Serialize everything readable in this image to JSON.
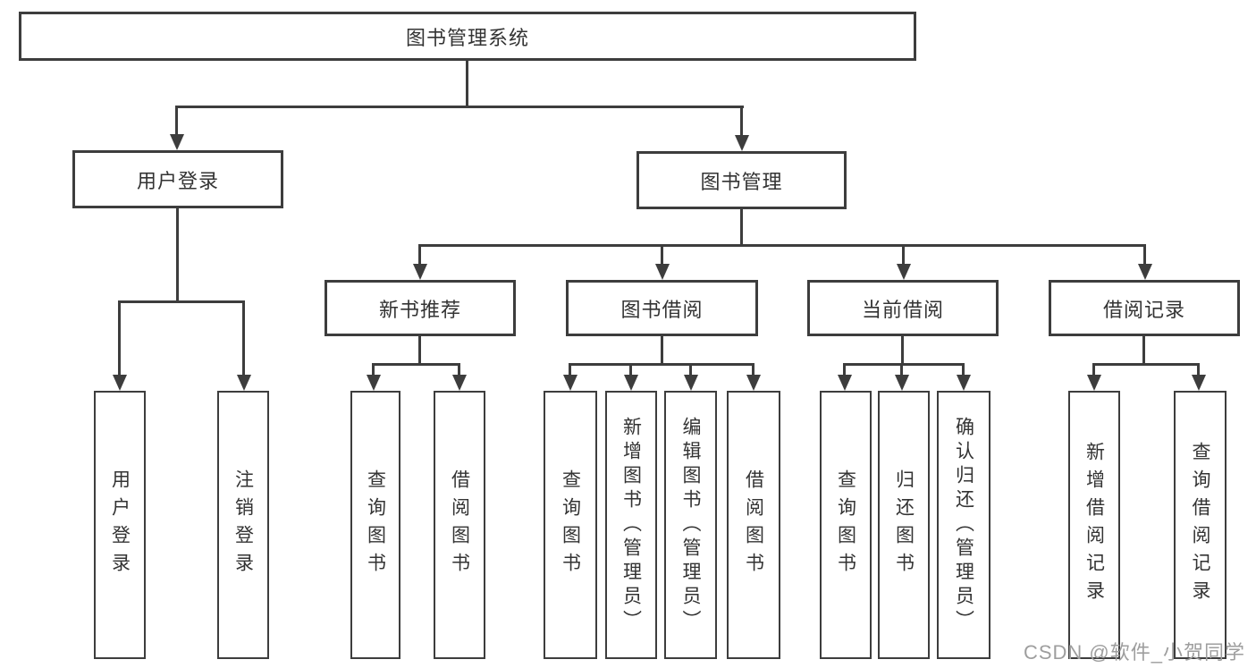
{
  "nodes": {
    "root": "图书管理系统",
    "user_login": "用户登录",
    "book_mgmt": "图书管理",
    "new_book_rec": "新书推荐",
    "book_borrow": "图书借阅",
    "current_borrow": "当前借阅",
    "borrow_record": "借阅记录",
    "leaf_user_login": "用户登录",
    "leaf_logout": "注销登录",
    "leaf_query_book_1": "查询图书",
    "leaf_borrow_book_1": "借阅图书",
    "leaf_query_book_2": "查询图书",
    "leaf_add_book": "新增图书（管理员）",
    "leaf_edit_book": "编辑图书（管理员）",
    "leaf_borrow_book_2": "借阅图书",
    "leaf_query_book_3": "查询图书",
    "leaf_return_book": "归还图书",
    "leaf_confirm_return": "确认归还（管理员）",
    "leaf_add_record": "新增借阅记录",
    "leaf_query_record": "查询借阅记录"
  },
  "hierarchy": {
    "图书管理系统": {
      "用户登录": [
        "用户登录",
        "注销登录"
      ],
      "图书管理": {
        "新书推荐": [
          "查询图书",
          "借阅图书"
        ],
        "图书借阅": [
          "查询图书",
          "新增图书（管理员）",
          "编辑图书（管理员）",
          "借阅图书"
        ],
        "当前借阅": [
          "查询图书",
          "归还图书",
          "确认归还（管理员）"
        ],
        "借阅记录": [
          "新增借阅记录",
          "查询借阅记录"
        ]
      }
    }
  },
  "watermark": "CSDN @软件_小贺同学",
  "colors": {
    "line": "#3d3d3d",
    "text": "#333333",
    "background": "#ffffff",
    "watermark": "#9e9e9e"
  }
}
